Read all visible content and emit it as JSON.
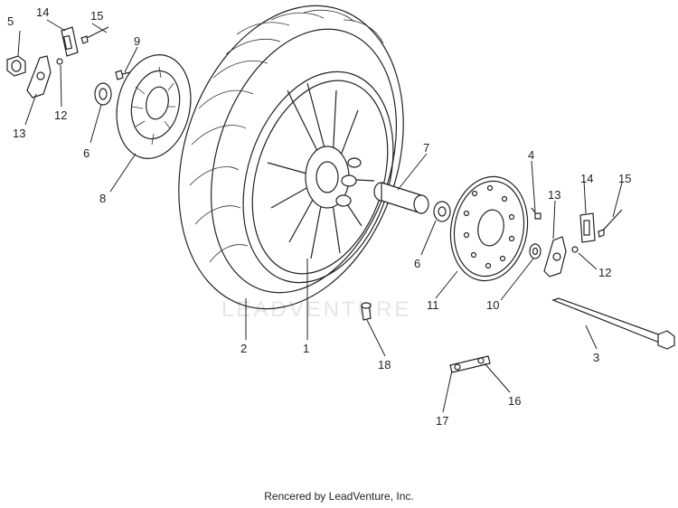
{
  "diagram": {
    "watermark": "LEADVENTURE",
    "callouts": {
      "c1": "1",
      "c2": "2",
      "c3": "3",
      "c4": "4",
      "c5": "5",
      "c6a": "6",
      "c6b": "6",
      "c7": "7",
      "c8": "8",
      "c9": "9",
      "c10": "10",
      "c11": "11",
      "c12a": "12",
      "c12b": "12",
      "c13a": "13",
      "c13b": "13",
      "c14a": "14",
      "c14b": "14",
      "c15a": "15",
      "c15b": "15",
      "c16": "16",
      "c17": "17",
      "c18": "18"
    }
  },
  "footer": {
    "credit": "Rencered by LeadVenture, Inc."
  }
}
